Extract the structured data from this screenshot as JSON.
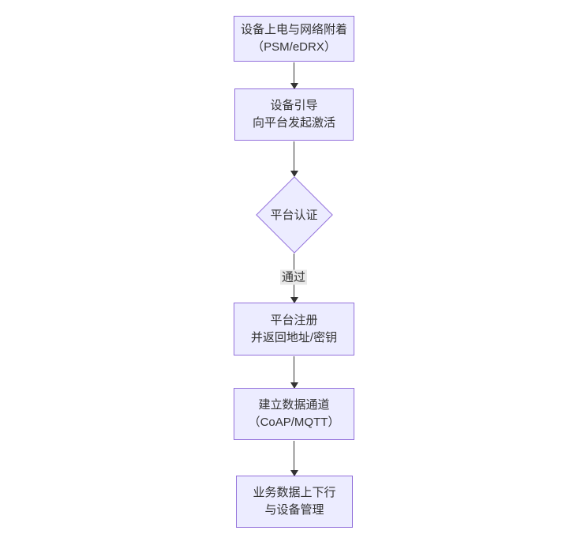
{
  "diagram": {
    "type": "flowchart",
    "direction": "top-down",
    "nodes": [
      {
        "id": "power-attach",
        "shape": "rect",
        "lines": [
          "设备上电与网络附着",
          "（PSM/eDRX）"
        ]
      },
      {
        "id": "bootstrap-activate",
        "shape": "rect",
        "lines": [
          "设备引导",
          "向平台发起激活"
        ]
      },
      {
        "id": "platform-auth",
        "shape": "diamond",
        "lines": [
          "平台认证"
        ]
      },
      {
        "id": "platform-register",
        "shape": "rect",
        "lines": [
          "平台注册",
          "并返回地址/密钥"
        ]
      },
      {
        "id": "data-channel",
        "shape": "rect",
        "lines": [
          "建立数据通道",
          "（CoAP/MQTT）"
        ]
      },
      {
        "id": "business-data",
        "shape": "rect",
        "lines": [
          "业务数据上下行",
          "与设备管理"
        ]
      }
    ],
    "edges": [
      {
        "from": "power-attach",
        "to": "bootstrap-activate",
        "label": ""
      },
      {
        "from": "bootstrap-activate",
        "to": "platform-auth",
        "label": ""
      },
      {
        "from": "platform-auth",
        "to": "platform-register",
        "label": "通过"
      },
      {
        "from": "platform-register",
        "to": "data-channel",
        "label": ""
      },
      {
        "from": "data-channel",
        "to": "business-data",
        "label": ""
      }
    ],
    "colors": {
      "node_fill": "#ECECFF",
      "node_border": "#9370DB",
      "edge": "#333333",
      "text": "#333333",
      "edge_label_bg": "#e8e8e8"
    }
  }
}
